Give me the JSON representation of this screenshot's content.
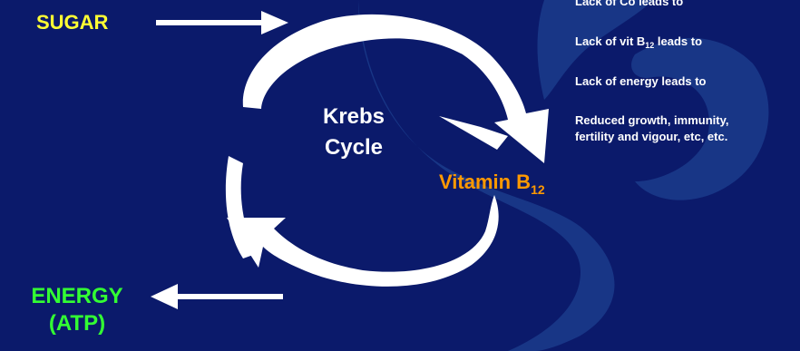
{
  "diagram": {
    "input_label": "SUGAR",
    "output_label_line1": "ENERGY",
    "output_label_line2": "(ATP)",
    "cycle_label_line1": "Krebs",
    "cycle_label_line2": "Cycle",
    "vitamin_label": "Vitamin B",
    "vitamin_subscript": "12"
  },
  "side_notes": {
    "line1": "Lack of Co leads to",
    "line2_prefix": "Lack of vit B",
    "line2_subscript": "12",
    "line2_suffix": " leads to",
    "line3": "Lack of energy leads to",
    "line4a": "Reduced growth, immunity,",
    "line4b": "fertility and vigour, etc, etc."
  },
  "colors": {
    "background": "#0b1a6b",
    "watermark": "#1a3a8a",
    "input": "#ffff33",
    "output": "#33ff33",
    "vitamin": "#ff9900",
    "cycle": "#ffffff"
  }
}
